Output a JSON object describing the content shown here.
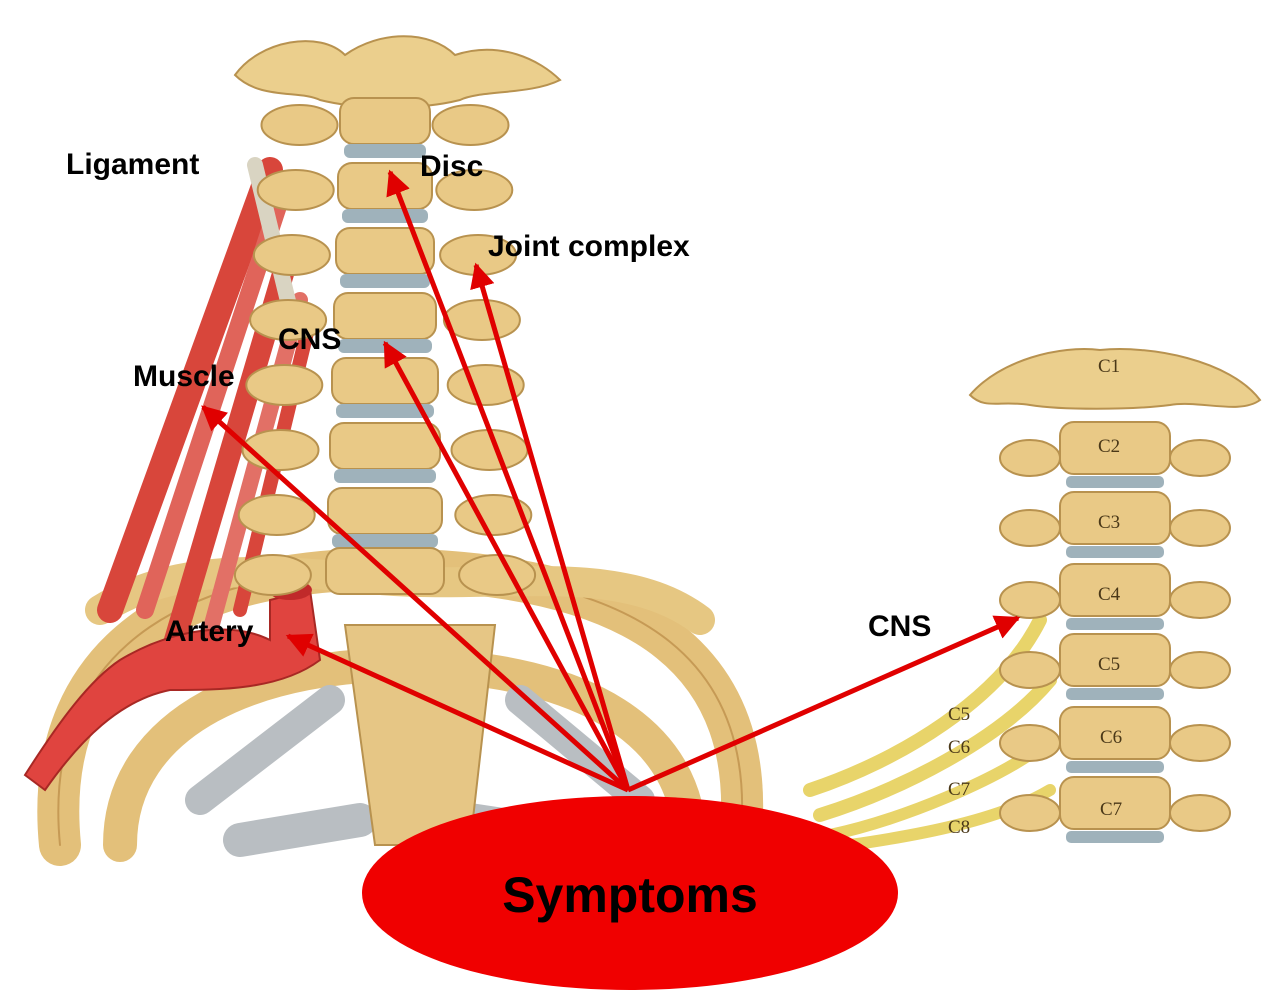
{
  "labels": {
    "ligament": "Ligament",
    "disc": "Disc",
    "joint_complex": "Joint complex",
    "cns_left": "CNS",
    "muscle": "Muscle",
    "artery": "Artery",
    "cns_right": "CNS",
    "symptoms": "Symptoms"
  },
  "vertebra_labels": [
    "C1",
    "C2",
    "C3",
    "C4",
    "C5",
    "C6",
    "C7"
  ],
  "nerve_root_labels": [
    "C5",
    "C6",
    "C7",
    "C8"
  ],
  "colors": {
    "arrow": "#e00000",
    "ellipse": "#f00000",
    "bone": "#e9c986",
    "bone_dark": "#b8924f",
    "disc": "#9fb2bb",
    "muscle": "#d9453a",
    "nerve": "#e8d46a"
  }
}
